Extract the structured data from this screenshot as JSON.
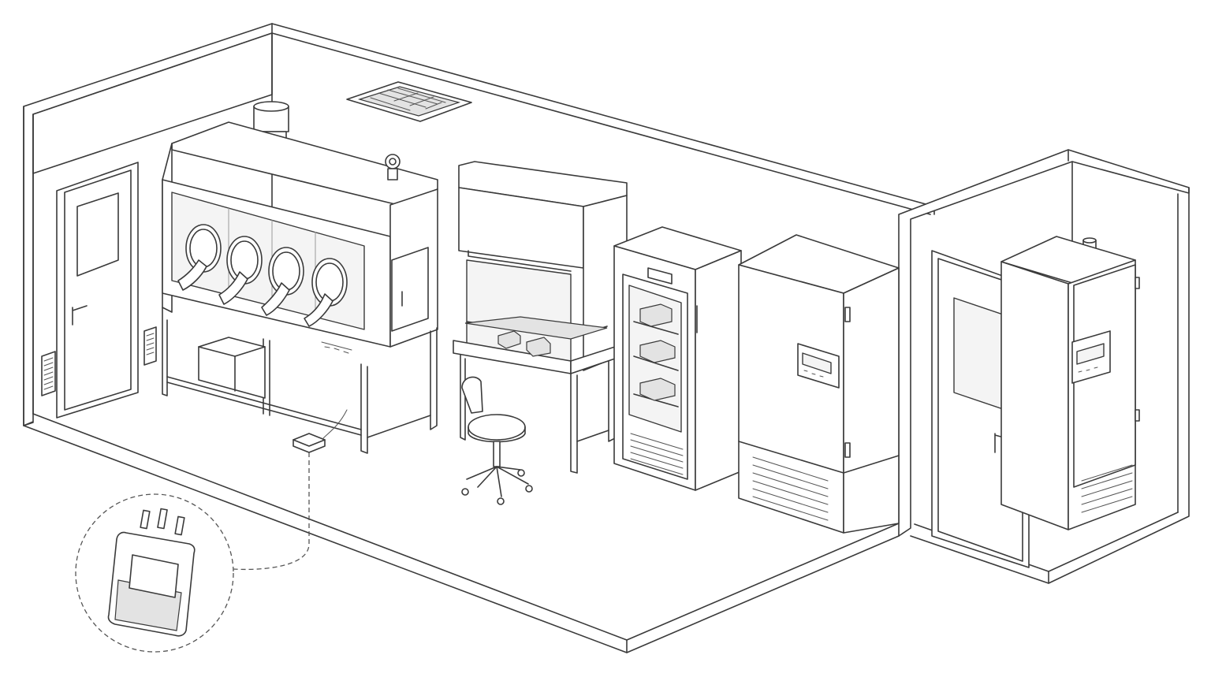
{
  "scene": {
    "description_free": true,
    "equipment": [
      {
        "id": "entry-door",
        "icon": "door-icon"
      },
      {
        "id": "glovebox-isolator",
        "icon": "glovebox-icon"
      },
      {
        "id": "biosafety-cabinet",
        "icon": "fume-hood-icon"
      },
      {
        "id": "lab-stool",
        "icon": "stool-icon"
      },
      {
        "id": "glass-door-refrigerator",
        "icon": "refrigerator-icon"
      },
      {
        "id": "storage-freezer",
        "icon": "freezer-icon"
      },
      {
        "id": "anteroom-door",
        "icon": "door-icon"
      },
      {
        "id": "ultra-low-freezer",
        "icon": "freezer-icon"
      },
      {
        "id": "foot-pedal",
        "icon": "pedal-icon"
      },
      {
        "id": "blood-bag-callout",
        "icon": "blood-bag-icon"
      }
    ],
    "colors": {
      "line": "#3a3a3a",
      "fill": "#ffffff",
      "shade": "#e3e3e3"
    }
  }
}
